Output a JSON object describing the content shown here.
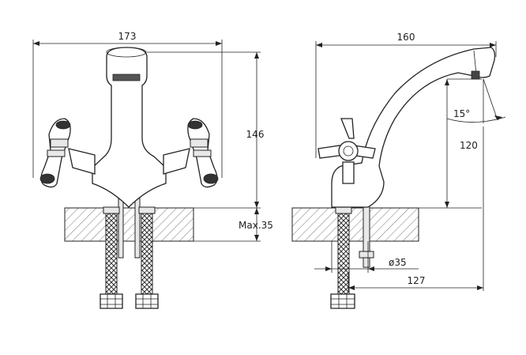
{
  "front_view": {
    "width_label": "173",
    "height_label": "146",
    "deck_label": "Max.35"
  },
  "side_view": {
    "reach_label": "160",
    "spout_height_label": "120",
    "angle_label": "15°",
    "hole_diameter_label": "ø35",
    "projection_label": "127"
  }
}
